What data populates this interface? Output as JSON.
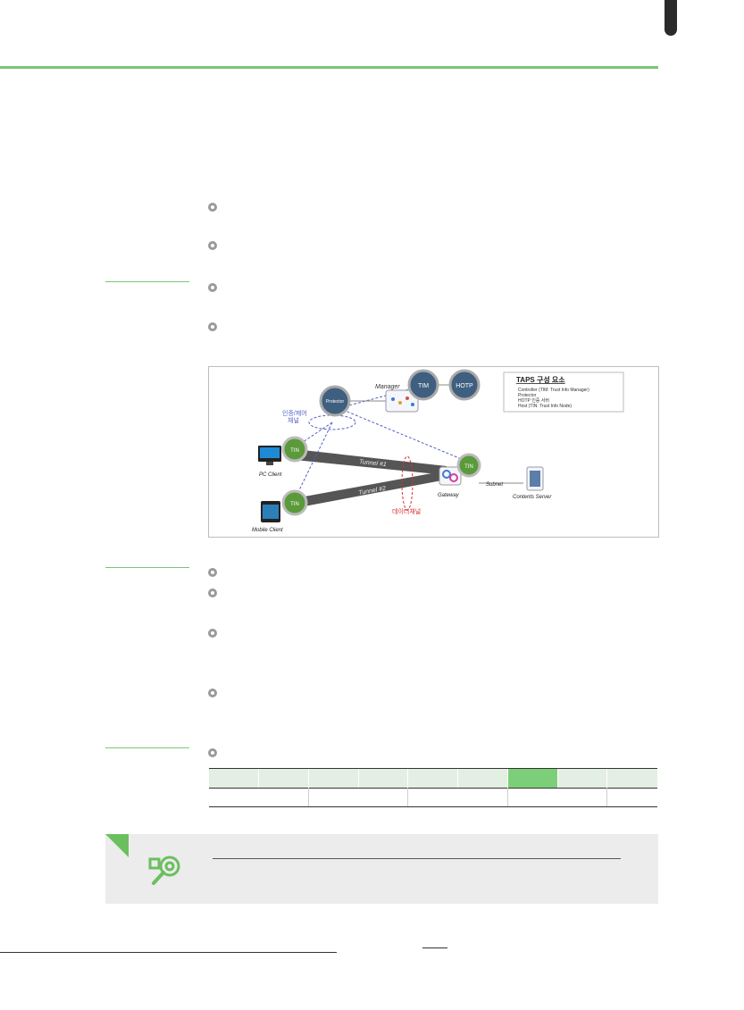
{
  "figure": {
    "manager_label": "Manager",
    "tim_node": "TIM",
    "hotp_node": "HOTP",
    "protector_node": "Protector",
    "tin_node": "TIN",
    "control_channel_label": "인증/제어\n채널",
    "pc_client_label": "PC Client",
    "mobile_client_label": "Mobile Client",
    "tunnel1_label": "Tunnel #1",
    "tunnel2_label": "Tunnel #2",
    "data_channel_label": "데이터채널",
    "gateway_label": "Gateway",
    "subnet_label": "Subnet",
    "contents_server_label": "Contents Server",
    "legend": {
      "title": "TAPS 구성 요소",
      "items": [
        "Controller (TIM: Trust Info Manager)",
        "Protector",
        "HOTP 인증 서버",
        "Host (TIN: Trust Info Node)"
      ]
    }
  },
  "colors": {
    "accent": "#7cc576",
    "tin_green": "#5a9a3a",
    "tim_blue": "#3f5f80",
    "table_highlight": "#7ccf78"
  },
  "icons": {
    "note": "magnifier-gear-icon"
  }
}
